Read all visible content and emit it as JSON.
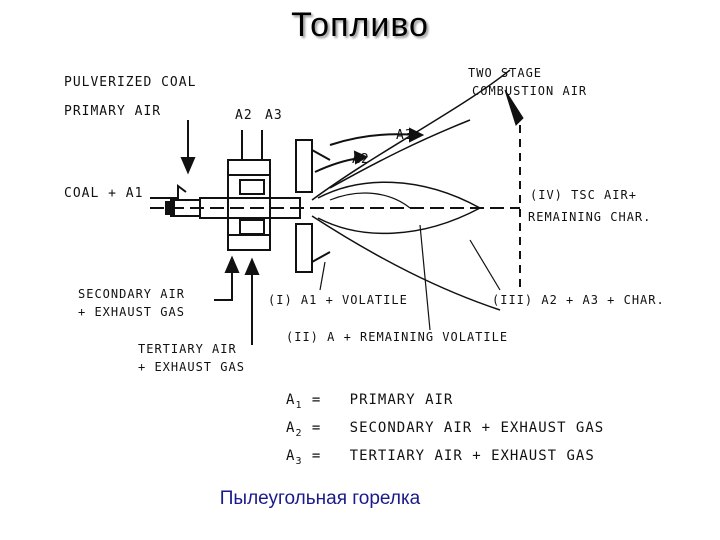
{
  "title": "Топливо",
  "caption": "Пылеугольная горелка",
  "labels": {
    "pulverized_coal": "PULVERIZED COAL",
    "primary_air": "PRIMARY AIR",
    "coal_a1": "COAL + A1",
    "a2": "A2",
    "a3": "A3",
    "two_stage_1": "TWO STAGE",
    "two_stage_2": "COMBUSTION AIR",
    "zone_iv_1": "(IV)  TSC AIR+",
    "zone_iv_2": "REMAINING CHAR.",
    "secondary_1": "SECONDARY AIR",
    "secondary_2": "+ EXHAUST GAS",
    "tertiary_1": "TERTIARY AIR",
    "tertiary_2": "+ EXHAUST GAS",
    "zone_i": "(I) A1 + VOLATILE",
    "zone_ii": "(II) A + REMAINING  VOLATILE",
    "zone_iii": "(III) A2 + A3 + CHAR."
  },
  "legend": [
    {
      "symbol": "A",
      "sub": "1",
      "eq": "=",
      "text": "PRIMARY AIR"
    },
    {
      "symbol": "A",
      "sub": "2",
      "eq": "=",
      "text": "SECONDARY AIR + EXHAUST GAS"
    },
    {
      "symbol": "A",
      "sub": "3",
      "eq": "=",
      "text": "TERTIARY AIR + EXHAUST GAS"
    }
  ]
}
